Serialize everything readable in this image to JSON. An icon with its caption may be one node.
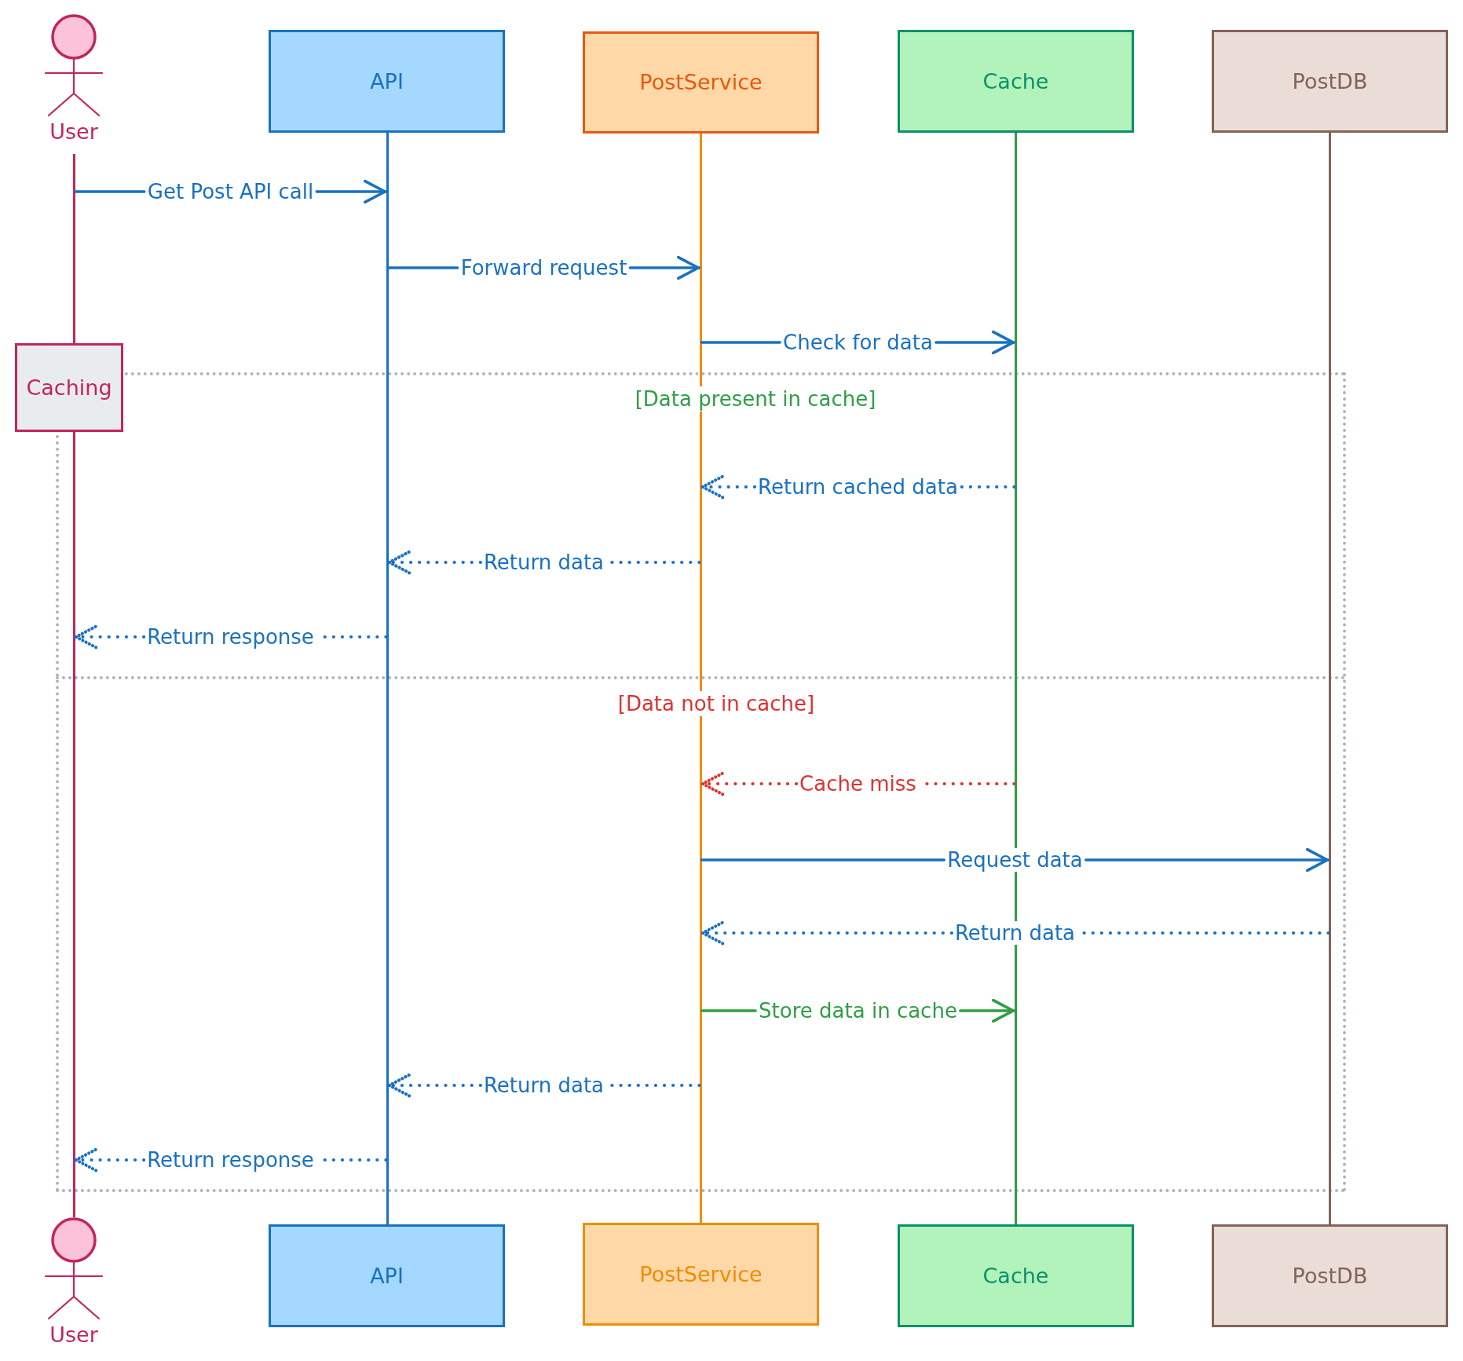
{
  "diagram": {
    "nodes": [
      {
        "text": [
          "User"
        ]
      },
      {
        "text": [
          "API"
        ]
      },
      {
        "text": [
          "PostService"
        ]
      },
      {
        "text": [
          "Cache"
        ]
      },
      {
        "text": [
          "PostDB"
        ]
      },
      {
        "text": [],
        "shape": "line"
      },
      {
        "text": [],
        "shape": "line"
      },
      {
        "text": [],
        "shape": "line"
      },
      {
        "text": [],
        "shape": "line"
      },
      {
        "text": [],
        "shape": "line"
      },
      {
        "text": [
          "Caching"
        ]
      },
      {
        "text": [
          "User"
        ]
      },
      {
        "text": [
          "API"
        ]
      },
      {
        "text": [
          "PostService"
        ]
      },
      {
        "text": [
          "Cache"
        ]
      },
      {
        "text": [
          "PostDB"
        ]
      }
    ],
    "edges": [
      {
        "from": 5,
        "to": 6,
        "label": "Get Post API call",
        "arrow": "to"
      },
      {
        "from": 6,
        "to": 7,
        "label": "Forward request",
        "arrow": "to"
      },
      {
        "from": 7,
        "to": 8,
        "label": "Check for data",
        "arrow": "to"
      },
      {
        "from": 8,
        "to": 7,
        "label": "Return cached data",
        "arrow": "to",
        "style": "dashed"
      },
      {
        "from": 7,
        "to": 6,
        "label": "Return data",
        "arrow": "to",
        "style": "dashed"
      },
      {
        "from": 6,
        "to": 5,
        "label": "Return response",
        "arrow": "to",
        "style": "dashed"
      },
      {
        "from": 8,
        "to": 7,
        "label": "Cache miss",
        "arrow": "to",
        "style": "dashed",
        "color": "#e03131"
      },
      {
        "from": 7,
        "to": 9,
        "label": "Request data",
        "arrow": "to"
      },
      {
        "from": 9,
        "to": 7,
        "label": "Return data",
        "arrow": "to",
        "style": "dashed"
      },
      {
        "from": 7,
        "to": 8,
        "label": "Store data in cache",
        "arrow": "to",
        "color": "#2f9e44"
      },
      {
        "from": 7,
        "to": 6,
        "label": "Return data",
        "arrow": "to",
        "style": "dashed"
      },
      {
        "from": 6,
        "to": 5,
        "label": "Return response",
        "arrow": "to",
        "style": "dashed"
      }
    ],
    "labels": [
      "[Data present in cache]",
      "[Data not in cache]"
    ]
  }
}
